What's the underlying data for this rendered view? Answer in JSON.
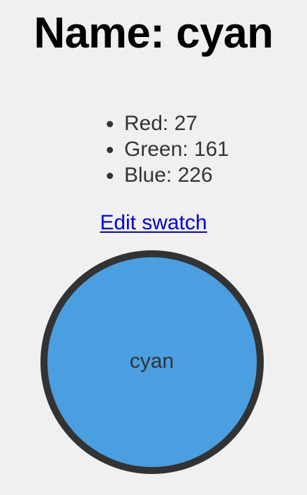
{
  "page": {
    "title": "Name: cyan"
  },
  "rgb": [
    {
      "label": "Red: 27"
    },
    {
      "label": "Green: 161"
    },
    {
      "label": "Blue: 226"
    }
  ],
  "actions": {
    "edit_label": "Edit swatch"
  },
  "swatch": {
    "label": "cyan",
    "fill_color": "#4a9fe0",
    "border_color": "#333333"
  },
  "colors": {
    "background": "#f0f0f0",
    "link": "#0000ee",
    "text": "#333333"
  }
}
